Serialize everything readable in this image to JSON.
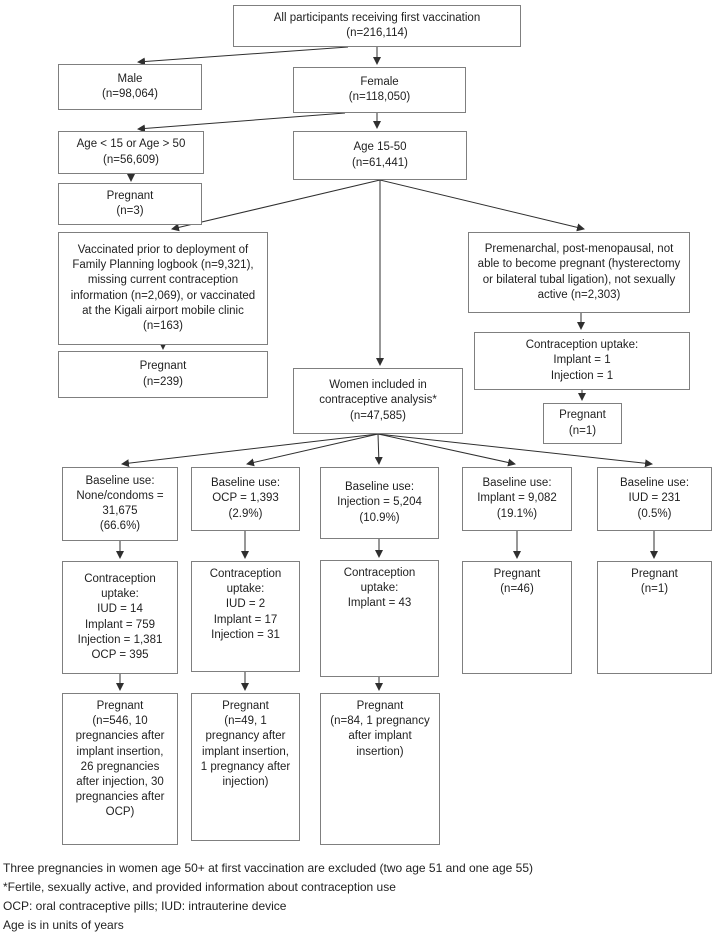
{
  "colors": {
    "background": "#ffffff",
    "box_border": "#7f7f7f",
    "text": "#1f1f1f",
    "arrow": "#2f2f2f"
  },
  "nodes": {
    "all_participants": {
      "label": "All participants receiving first vaccination\n(n=216,114)"
    },
    "male": {
      "label": "Male\n(n=98,064)"
    },
    "female": {
      "label": "Female\n(n=118,050)"
    },
    "age_excluded": {
      "label": "Age < 15 or Age > 50\n(n=56,609)"
    },
    "age_included": {
      "label": "Age 15-50\n(n=61,441)"
    },
    "pregnant_3": {
      "label": "Pregnant\n(n=3)"
    },
    "excluded_logbook": {
      "label": "Vaccinated prior to deployment of Family Planning logbook (n=9,321), missing current contraception information (n=2,069), or vaccinated at the Kigali airport mobile clinic\n(n=163)"
    },
    "pregnant_239": {
      "label": "Pregnant\n(n=239)"
    },
    "premenarchal": {
      "label": "Premenarchal, post-menopausal, not able to become pregnant (hysterectomy or bilateral tubal ligation), not sexually active (n=2,303)"
    },
    "uptake_right": {
      "label": "Contraception uptake:\nImplant = 1\nInjection = 1"
    },
    "pregnant_1_right": {
      "label": "Pregnant\n(n=1)"
    },
    "women_included": {
      "label": "Women included in contraceptive analysis*\n(n=47,585)"
    },
    "base_none": {
      "label": "Baseline use:\nNone/condoms = 31,675\n(66.6%)"
    },
    "base_ocp": {
      "label": "Baseline use:\nOCP = 1,393\n(2.9%)"
    },
    "base_injection": {
      "label": "Baseline use:\nInjection = 5,204\n(10.9%)"
    },
    "base_implant": {
      "label": "Baseline use:\nImplant = 9,082\n(19.1%)"
    },
    "base_iud": {
      "label": "Baseline use:\nIUD = 231\n(0.5%)"
    },
    "uptake_none": {
      "label": "Contraception uptake:\nIUD = 14\nImplant = 759\nInjection = 1,381\nOCP = 395"
    },
    "uptake_ocp": {
      "label": "Contraception uptake:\nIUD = 2\nImplant = 17\nInjection = 31"
    },
    "uptake_injection": {
      "label": "Contraception uptake:\nImplant = 43"
    },
    "pregnant_46": {
      "label": "Pregnant\n(n=46)"
    },
    "pregnant_1_iud": {
      "label": "Pregnant\n(n=1)"
    },
    "pregnant_546": {
      "label": "Pregnant\n(n=546, 10 pregnancies after implant insertion, 26 pregnancies after injection, 30 pregnancies after OCP)"
    },
    "pregnant_49": {
      "label": "Pregnant\n(n=49, 1 pregnancy after implant insertion, 1 pregnancy after injection)"
    },
    "pregnant_84": {
      "label": "Pregnant\n(n=84, 1 pregnancy after implant insertion)"
    }
  },
  "footnotes": [
    " Three pregnancies in women age 50+ at first vaccination are excluded (two age 51 and one age 55)",
    "*Fertile, sexually active, and provided information about contraception use",
    "OCP: oral contraceptive pills; IUD: intrauterine device",
    "Age is in units of years"
  ]
}
